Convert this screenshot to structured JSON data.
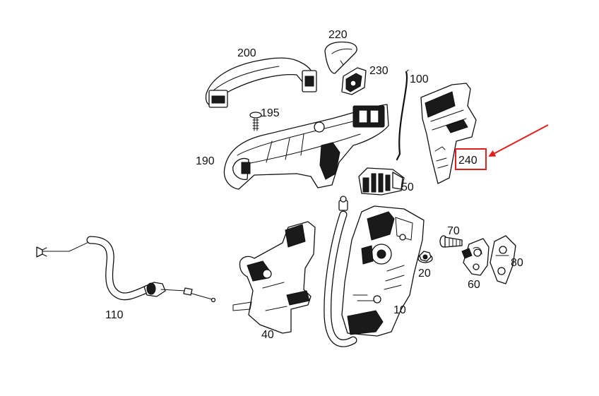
{
  "diagram": {
    "parts": [
      {
        "id": "part-200",
        "label": "200"
      },
      {
        "id": "part-220",
        "label": "220"
      },
      {
        "id": "part-230",
        "label": "230"
      },
      {
        "id": "part-100",
        "label": "100"
      },
      {
        "id": "part-195",
        "label": "195"
      },
      {
        "id": "part-190",
        "label": "190"
      },
      {
        "id": "part-240",
        "label": "240"
      },
      {
        "id": "part-50",
        "label": "50"
      },
      {
        "id": "part-70",
        "label": "70"
      },
      {
        "id": "part-20",
        "label": "20"
      },
      {
        "id": "part-60",
        "label": "60"
      },
      {
        "id": "part-80",
        "label": "80"
      },
      {
        "id": "part-110",
        "label": "110"
      },
      {
        "id": "part-10",
        "label": "10"
      },
      {
        "id": "part-40",
        "label": "40"
      }
    ],
    "highlight": {
      "label": "240",
      "box_color": "#e01e1e",
      "arrow_color": "#e01e1e"
    }
  }
}
